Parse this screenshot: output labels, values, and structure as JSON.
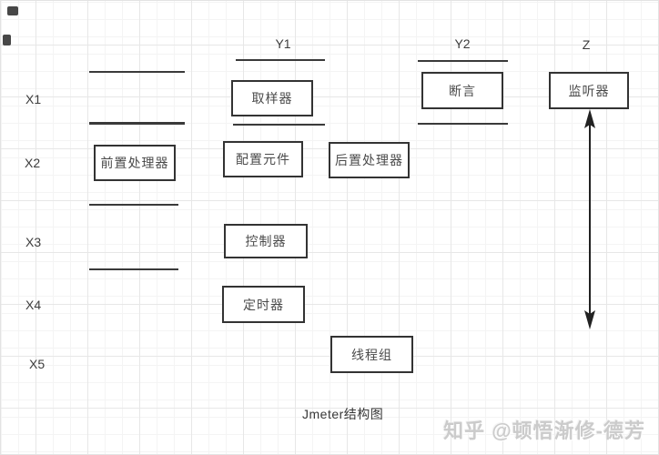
{
  "diagram": {
    "caption": "Jmeter结构图",
    "watermark": "知乎 @顿悟渐修-德芳",
    "column_headers": [
      {
        "id": "y1",
        "label": "Y1"
      },
      {
        "id": "y2",
        "label": "Y2"
      },
      {
        "id": "z",
        "label": "Z"
      }
    ],
    "row_labels": [
      {
        "id": "x1",
        "label": "X1"
      },
      {
        "id": "x2",
        "label": "X2"
      },
      {
        "id": "x3",
        "label": "X3"
      },
      {
        "id": "x4",
        "label": "X4"
      },
      {
        "id": "x5",
        "label": "X5"
      }
    ],
    "nodes": [
      {
        "id": "sampler",
        "label": "取样器"
      },
      {
        "id": "assertion",
        "label": "断言"
      },
      {
        "id": "listener",
        "label": "监听器"
      },
      {
        "id": "pre-processor",
        "label": "前置处理器"
      },
      {
        "id": "config-element",
        "label": "配置元件"
      },
      {
        "id": "post-processor",
        "label": "后置处理器"
      },
      {
        "id": "controller",
        "label": "控制器"
      },
      {
        "id": "timer",
        "label": "定时器"
      },
      {
        "id": "thread-group",
        "label": "线程组"
      }
    ],
    "connector": {
      "type": "double-headed-vertical-arrow",
      "from": "listener",
      "to": "row-x4"
    },
    "colors": {
      "box_border": "#333333",
      "line": "#3a3a3a",
      "text": "#4a4a4a",
      "watermark": "#cbcbcb",
      "grid_minor": "#f4f4f4",
      "grid_major": "#e7e7e7"
    }
  }
}
